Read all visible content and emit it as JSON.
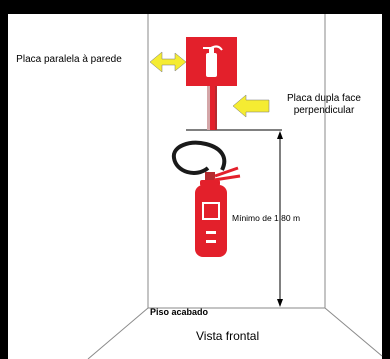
{
  "labels": {
    "placa_paralela": "Placa paralela à parede",
    "placa_dupla_face": "Placa dupla face perpendicular",
    "minimo": "Mínimo de 1,80 m",
    "piso": "Piso acabado",
    "vista": "Vista frontal"
  },
  "colors": {
    "sign_red": "#e3202b",
    "arrow_yellow": "#f5ec32",
    "frame_black": "#000000",
    "line_gray": "#8a8a8a",
    "hose_black": "#1a1a1a"
  },
  "icons": {
    "wall_sign": "fire-extinguisher-sign-icon",
    "extinguisher": "fire-extinguisher-icon",
    "arrow": "arrow-left-icon"
  }
}
